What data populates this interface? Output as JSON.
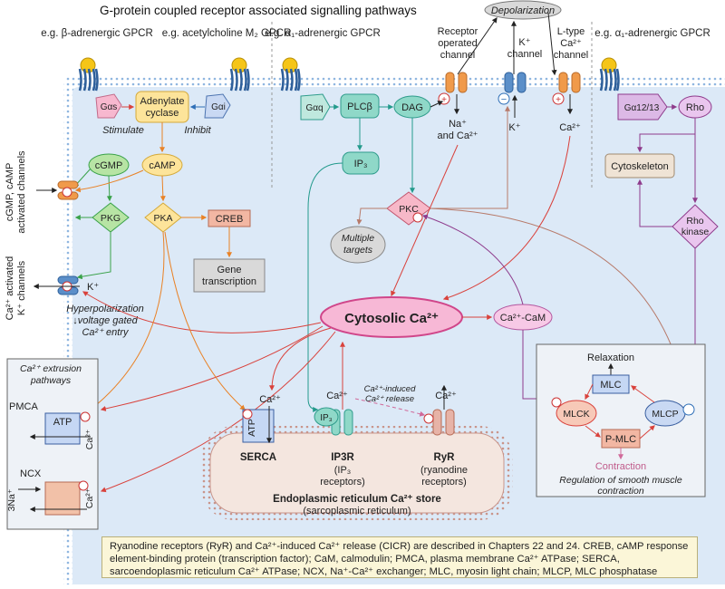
{
  "title": "G-protein coupled receptor associated signalling pathways",
  "receptors": {
    "beta": "e.g. β-adrenergic GPCR",
    "m2": "e.g. acetylcholine M₂ GPCR",
    "alpha1_center": "e.g. α₁-adrenergic GPCR",
    "alpha1_right": "e.g. α₁-adrenergic GPCR"
  },
  "depolarization": "Depolarization",
  "channels": {
    "receptor_operated": "Receptor operated channel",
    "k_channel": "K⁺ channel",
    "l_type": "L-type Ca²⁺ channel",
    "camp_channels": "cGMP, cAMP activated channels",
    "k_activated": "Ca²⁺ activated K⁺ channels"
  },
  "ions": {
    "na_ca": "Na⁺ and Ca²⁺",
    "k_out": "K⁺",
    "ca_in": "Ca²⁺",
    "k_left": "K⁺",
    "ca_serca": "Ca²⁺",
    "ca_ip3r": "Ca²⁺",
    "ca_ryr": "Ca²⁺",
    "ca_pmca": "Ca²⁺",
    "ca_ncx": "Ca²⁺",
    "na_ncx": "3Na⁺"
  },
  "nodes": {
    "gas": "Gαs",
    "gai": "Gαi",
    "gaq": "Gαq",
    "ga1213": "Gα12/13",
    "adenylate_cyclase": "Adenylate cyclase",
    "stimulate": "Stimulate",
    "inhibit": "Inhibit",
    "plcb": "PLCβ",
    "dag": "DAG",
    "ip3": "IP₃",
    "rho": "Rho",
    "cgmp": "cGMP",
    "camp": "cAMP",
    "pkg": "PKG",
    "pka": "PKA",
    "creb": "CREB",
    "gene_transcription": "Gene transcription",
    "pkc": "PKC",
    "multiple_targets": "Multiple targets",
    "cytoskeleton": "Cytoskeleton",
    "rho_kinase": "Rho kinase",
    "cytosolic_ca": "Cytosolic Ca²⁺",
    "ca_cam": "Ca²⁺-CaM",
    "hyperpolarization": "Hyperpolarization ↓voltage gated Ca²⁺ entry"
  },
  "extrusion": {
    "title": "Ca²⁺ extrusion pathways",
    "pmca": "PMCA",
    "atp": "ATP",
    "ncx": "NCX"
  },
  "er": {
    "serca": "SERCA",
    "atp": "ATP",
    "ip3r": "IP3R",
    "ip3r_sub": "(IP₃ receptors)",
    "ip3_badge": "IP₃",
    "ryr": "RyR",
    "ryr_sub": "(ryanodine receptors)",
    "cicr": "Ca²⁺-induced Ca²⁺ release",
    "store": "Endoplasmic reticulum Ca²⁺ store",
    "store_sub": "(sarcoplasmic reticulum)"
  },
  "contraction": {
    "relaxation": "Relaxation",
    "mlc": "MLC",
    "mlck": "MLCK",
    "mlcp": "MLCP",
    "pmlc": "P-MLC",
    "contraction": "Contraction",
    "regulation": "Regulation of smooth muscle contraction"
  },
  "caption": "Ryanodine receptors (RyR) and Ca²⁺-induced Ca²⁺ release (CICR) are described in Chapters 22 and 24. CREB, cAMP response element-binding protein (transcription factor); CaM, calmodulin; PMCA, plasma membrane Ca²⁺ ATPase; SERCA, sarcoendoplasmic reticulum Ca²⁺ ATPase; NCX, Na⁺-Ca²⁺ exchanger; MLC, myosin light chain; MLCP, MLC phosphatase",
  "colors": {
    "membrane": "#5b8fc9",
    "cell": "#dce9f7",
    "adenylate": "#fde49a",
    "pink_ca": "#f7b8d6",
    "teal": "#7fd0c0",
    "green": "#b7e4a4",
    "orange": "#f08a2a",
    "purple": "#8e3b8c",
    "red": "#d9423c"
  }
}
